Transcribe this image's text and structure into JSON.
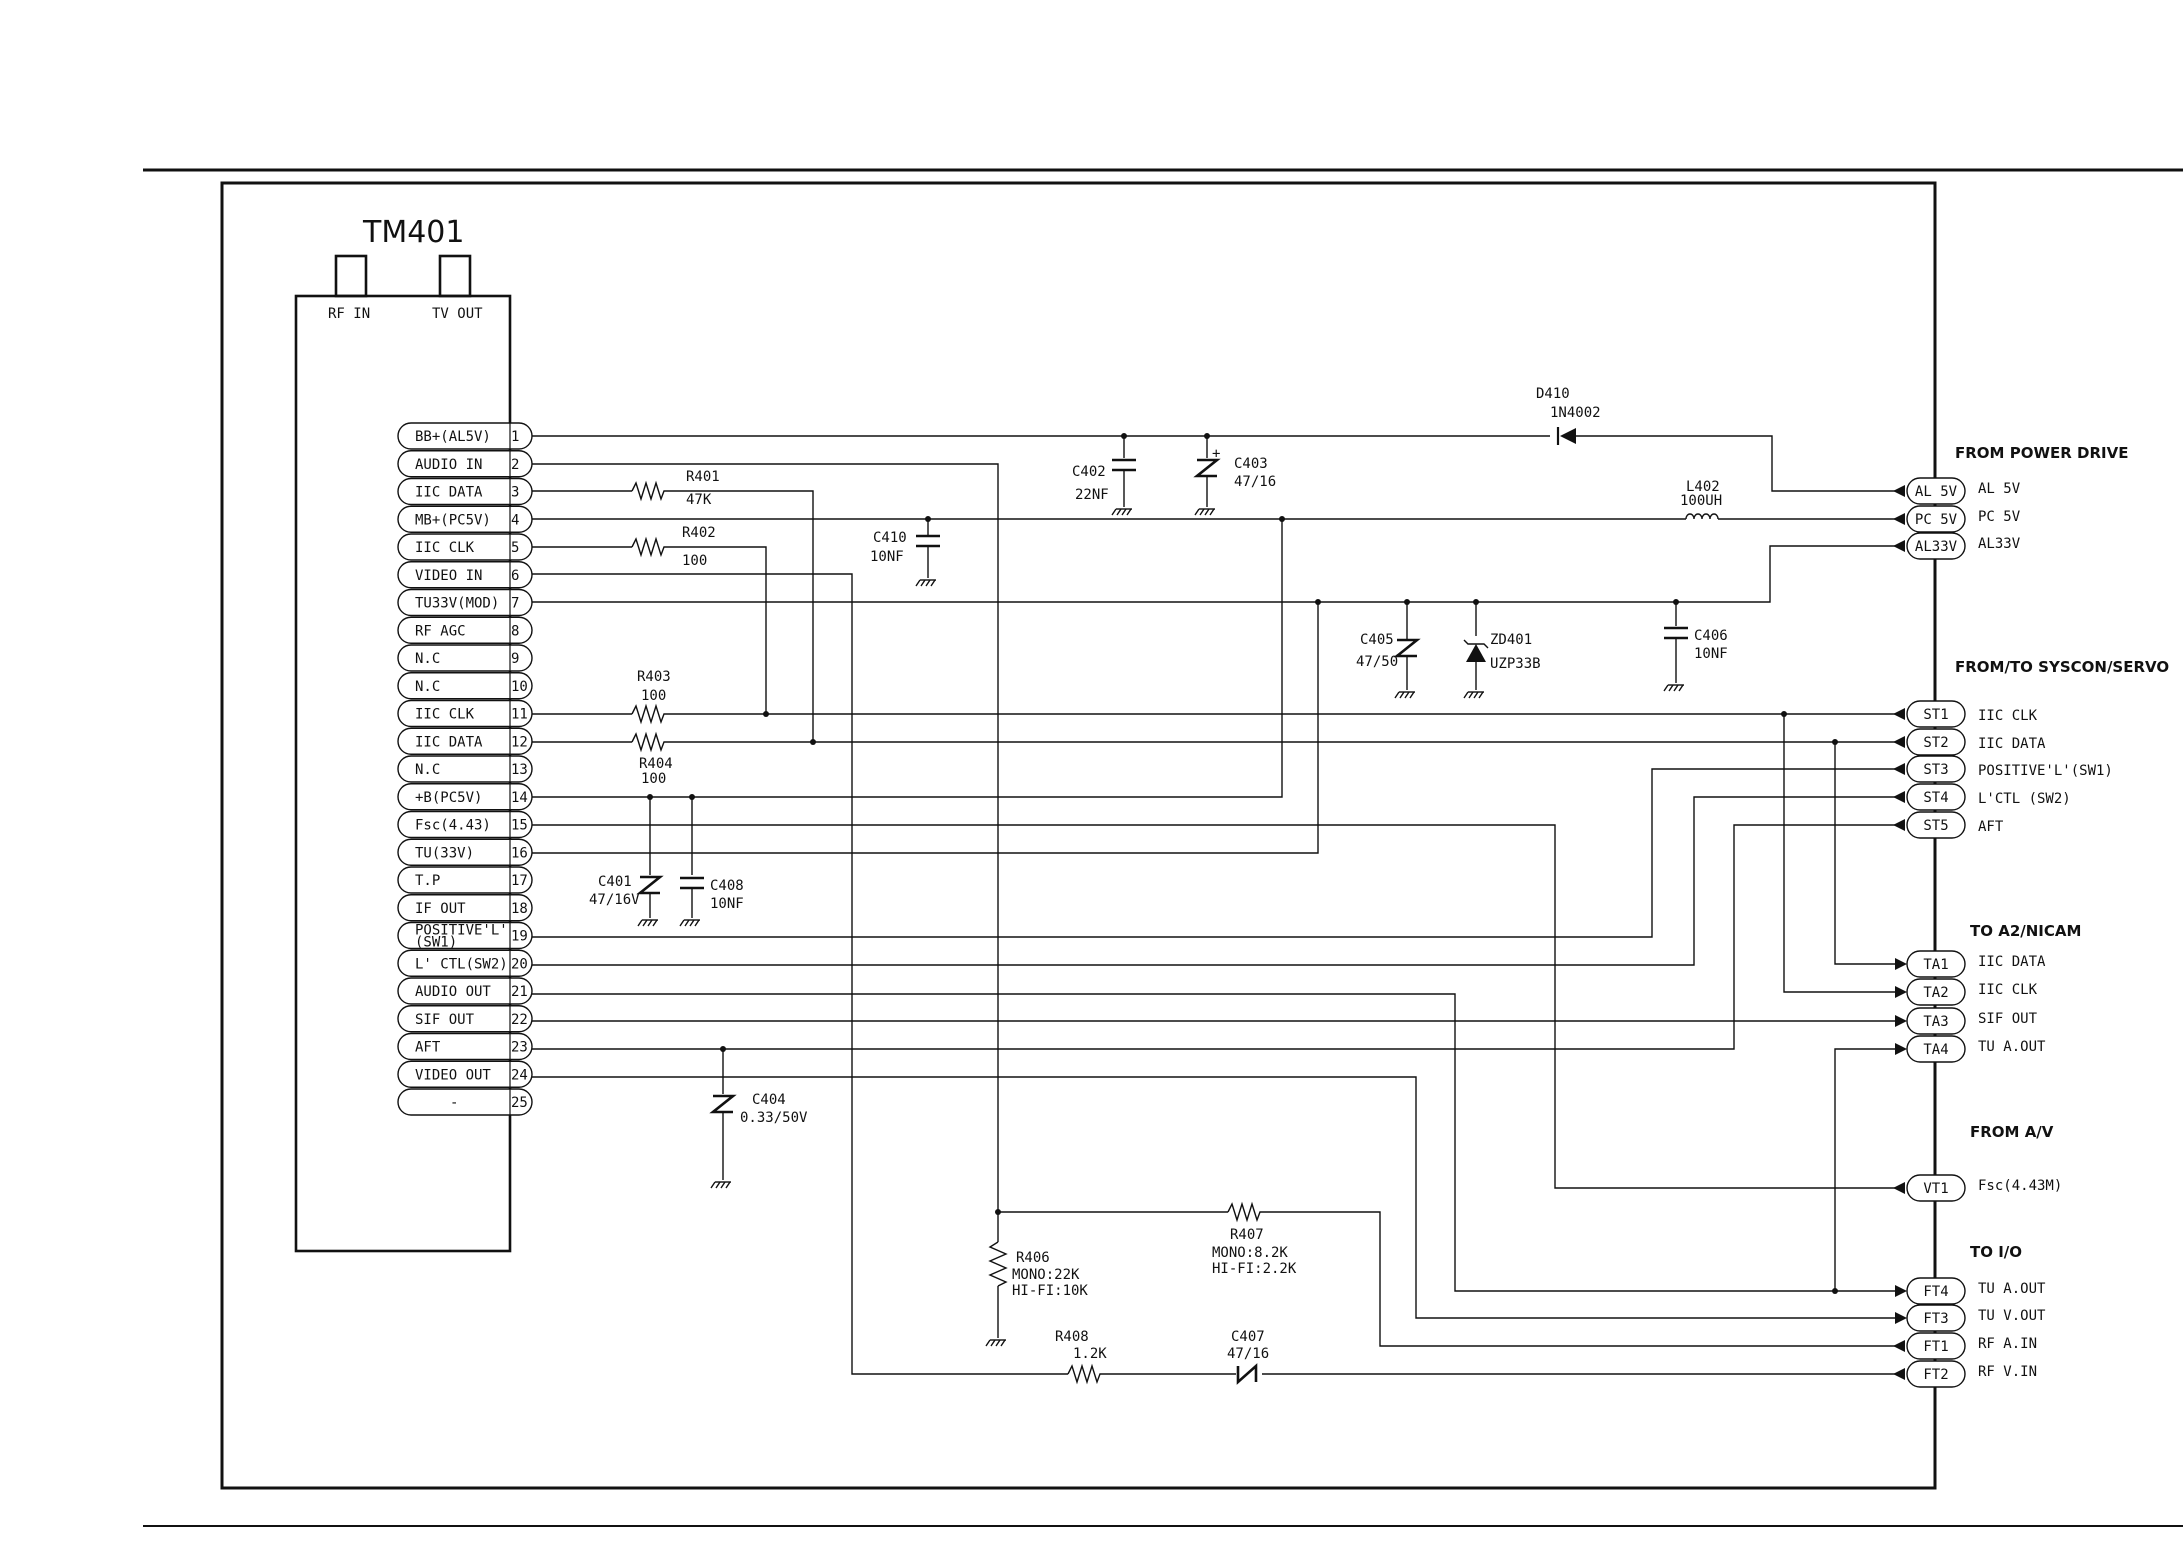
{
  "module": {
    "name": "TM401",
    "ports": [
      "RF IN",
      "TV OUT"
    ],
    "pins": [
      {
        "num": "1",
        "label": "BB+(AL5V)"
      },
      {
        "num": "2",
        "label": "AUDIO IN"
      },
      {
        "num": "3",
        "label": "IIC DATA"
      },
      {
        "num": "4",
        "label": "MB+(PC5V)"
      },
      {
        "num": "5",
        "label": "IIC CLK"
      },
      {
        "num": "6",
        "label": "VIDEO IN"
      },
      {
        "num": "7",
        "label": "TU33V(MOD)"
      },
      {
        "num": "8",
        "label": "RF AGC"
      },
      {
        "num": "9",
        "label": "N.C"
      },
      {
        "num": "10",
        "label": "N.C"
      },
      {
        "num": "11",
        "label": "IIC CLK"
      },
      {
        "num": "12",
        "label": "IIC DATA"
      },
      {
        "num": "13",
        "label": "N.C"
      },
      {
        "num": "14",
        "label": "+B(PC5V)"
      },
      {
        "num": "15",
        "label": "Fsc(4.43)"
      },
      {
        "num": "16",
        "label": "TU(33V)"
      },
      {
        "num": "17",
        "label": "T.P"
      },
      {
        "num": "18",
        "label": "IF OUT"
      },
      {
        "num": "19",
        "label": "POSITIVE'L'",
        "label2": "(SW1)"
      },
      {
        "num": "20",
        "label": "L' CTL(SW2)"
      },
      {
        "num": "21",
        "label": "AUDIO OUT"
      },
      {
        "num": "22",
        "label": "SIF OUT"
      },
      {
        "num": "23",
        "label": "AFT"
      },
      {
        "num": "24",
        "label": "VIDEO OUT"
      },
      {
        "num": "25",
        "label": "-"
      }
    ]
  },
  "components": [
    {
      "ref": "R401",
      "value": "47K"
    },
    {
      "ref": "R402",
      "value": "100"
    },
    {
      "ref": "R403",
      "value": "100"
    },
    {
      "ref": "R404",
      "value": "100"
    },
    {
      "ref": "C410",
      "value": "10NF"
    },
    {
      "ref": "C402",
      "value": "22NF"
    },
    {
      "ref": "C403",
      "value": "47/16"
    },
    {
      "ref": "D410",
      "value": "1N4002"
    },
    {
      "ref": "L402",
      "value": "100UH"
    },
    {
      "ref": "C405",
      "value": "47/50"
    },
    {
      "ref": "ZD401",
      "value": "UZP33B"
    },
    {
      "ref": "C406",
      "value": "10NF"
    },
    {
      "ref": "C401",
      "value": "47/16V"
    },
    {
      "ref": "C408",
      "value": "10NF"
    },
    {
      "ref": "C404",
      "value": "0.33/50V"
    },
    {
      "ref": "R406",
      "value": "MONO:22K",
      "value2": "HI-FI:10K"
    },
    {
      "ref": "R407",
      "value": "MONO:8.2K",
      "value2": "HI-FI:2.2K"
    },
    {
      "ref": "R408",
      "value": "1.2K"
    },
    {
      "ref": "C407",
      "value": "47/16"
    }
  ],
  "sections": [
    {
      "title": "FROM  POWER DRIVE",
      "connectors": [
        {
          "id": "AL 5V",
          "desc": "AL 5V"
        },
        {
          "id": "PC 5V",
          "desc": "PC 5V"
        },
        {
          "id": "AL33V",
          "desc": "AL33V"
        }
      ]
    },
    {
      "title": "FROM/TO SYSCON/SERVO",
      "connectors": [
        {
          "id": "ST1",
          "desc": "IIC CLK"
        },
        {
          "id": "ST2",
          "desc": "IIC DATA"
        },
        {
          "id": "ST3",
          "desc": "POSITIVE'L'(SW1)"
        },
        {
          "id": "ST4",
          "desc": "L'CTL (SW2)"
        },
        {
          "id": "ST5",
          "desc": "AFT"
        }
      ]
    },
    {
      "title": "TO A2/NICAM",
      "connectors": [
        {
          "id": "TA1",
          "desc": "IIC DATA"
        },
        {
          "id": "TA2",
          "desc": "IIC CLK"
        },
        {
          "id": "TA3",
          "desc": "SIF OUT"
        },
        {
          "id": "TA4",
          "desc": "TU A.OUT"
        }
      ]
    },
    {
      "title": "FROM A/V",
      "connectors": [
        {
          "id": "VT1",
          "desc": "Fsc(4.43M)"
        }
      ]
    },
    {
      "title": "TO I/O",
      "connectors": [
        {
          "id": "FT4",
          "desc": "TU A.OUT"
        },
        {
          "id": "FT3",
          "desc": "TU V.OUT"
        },
        {
          "id": "FT1",
          "desc": "RF A.IN"
        },
        {
          "id": "FT2",
          "desc": "RF V.IN"
        }
      ]
    }
  ]
}
